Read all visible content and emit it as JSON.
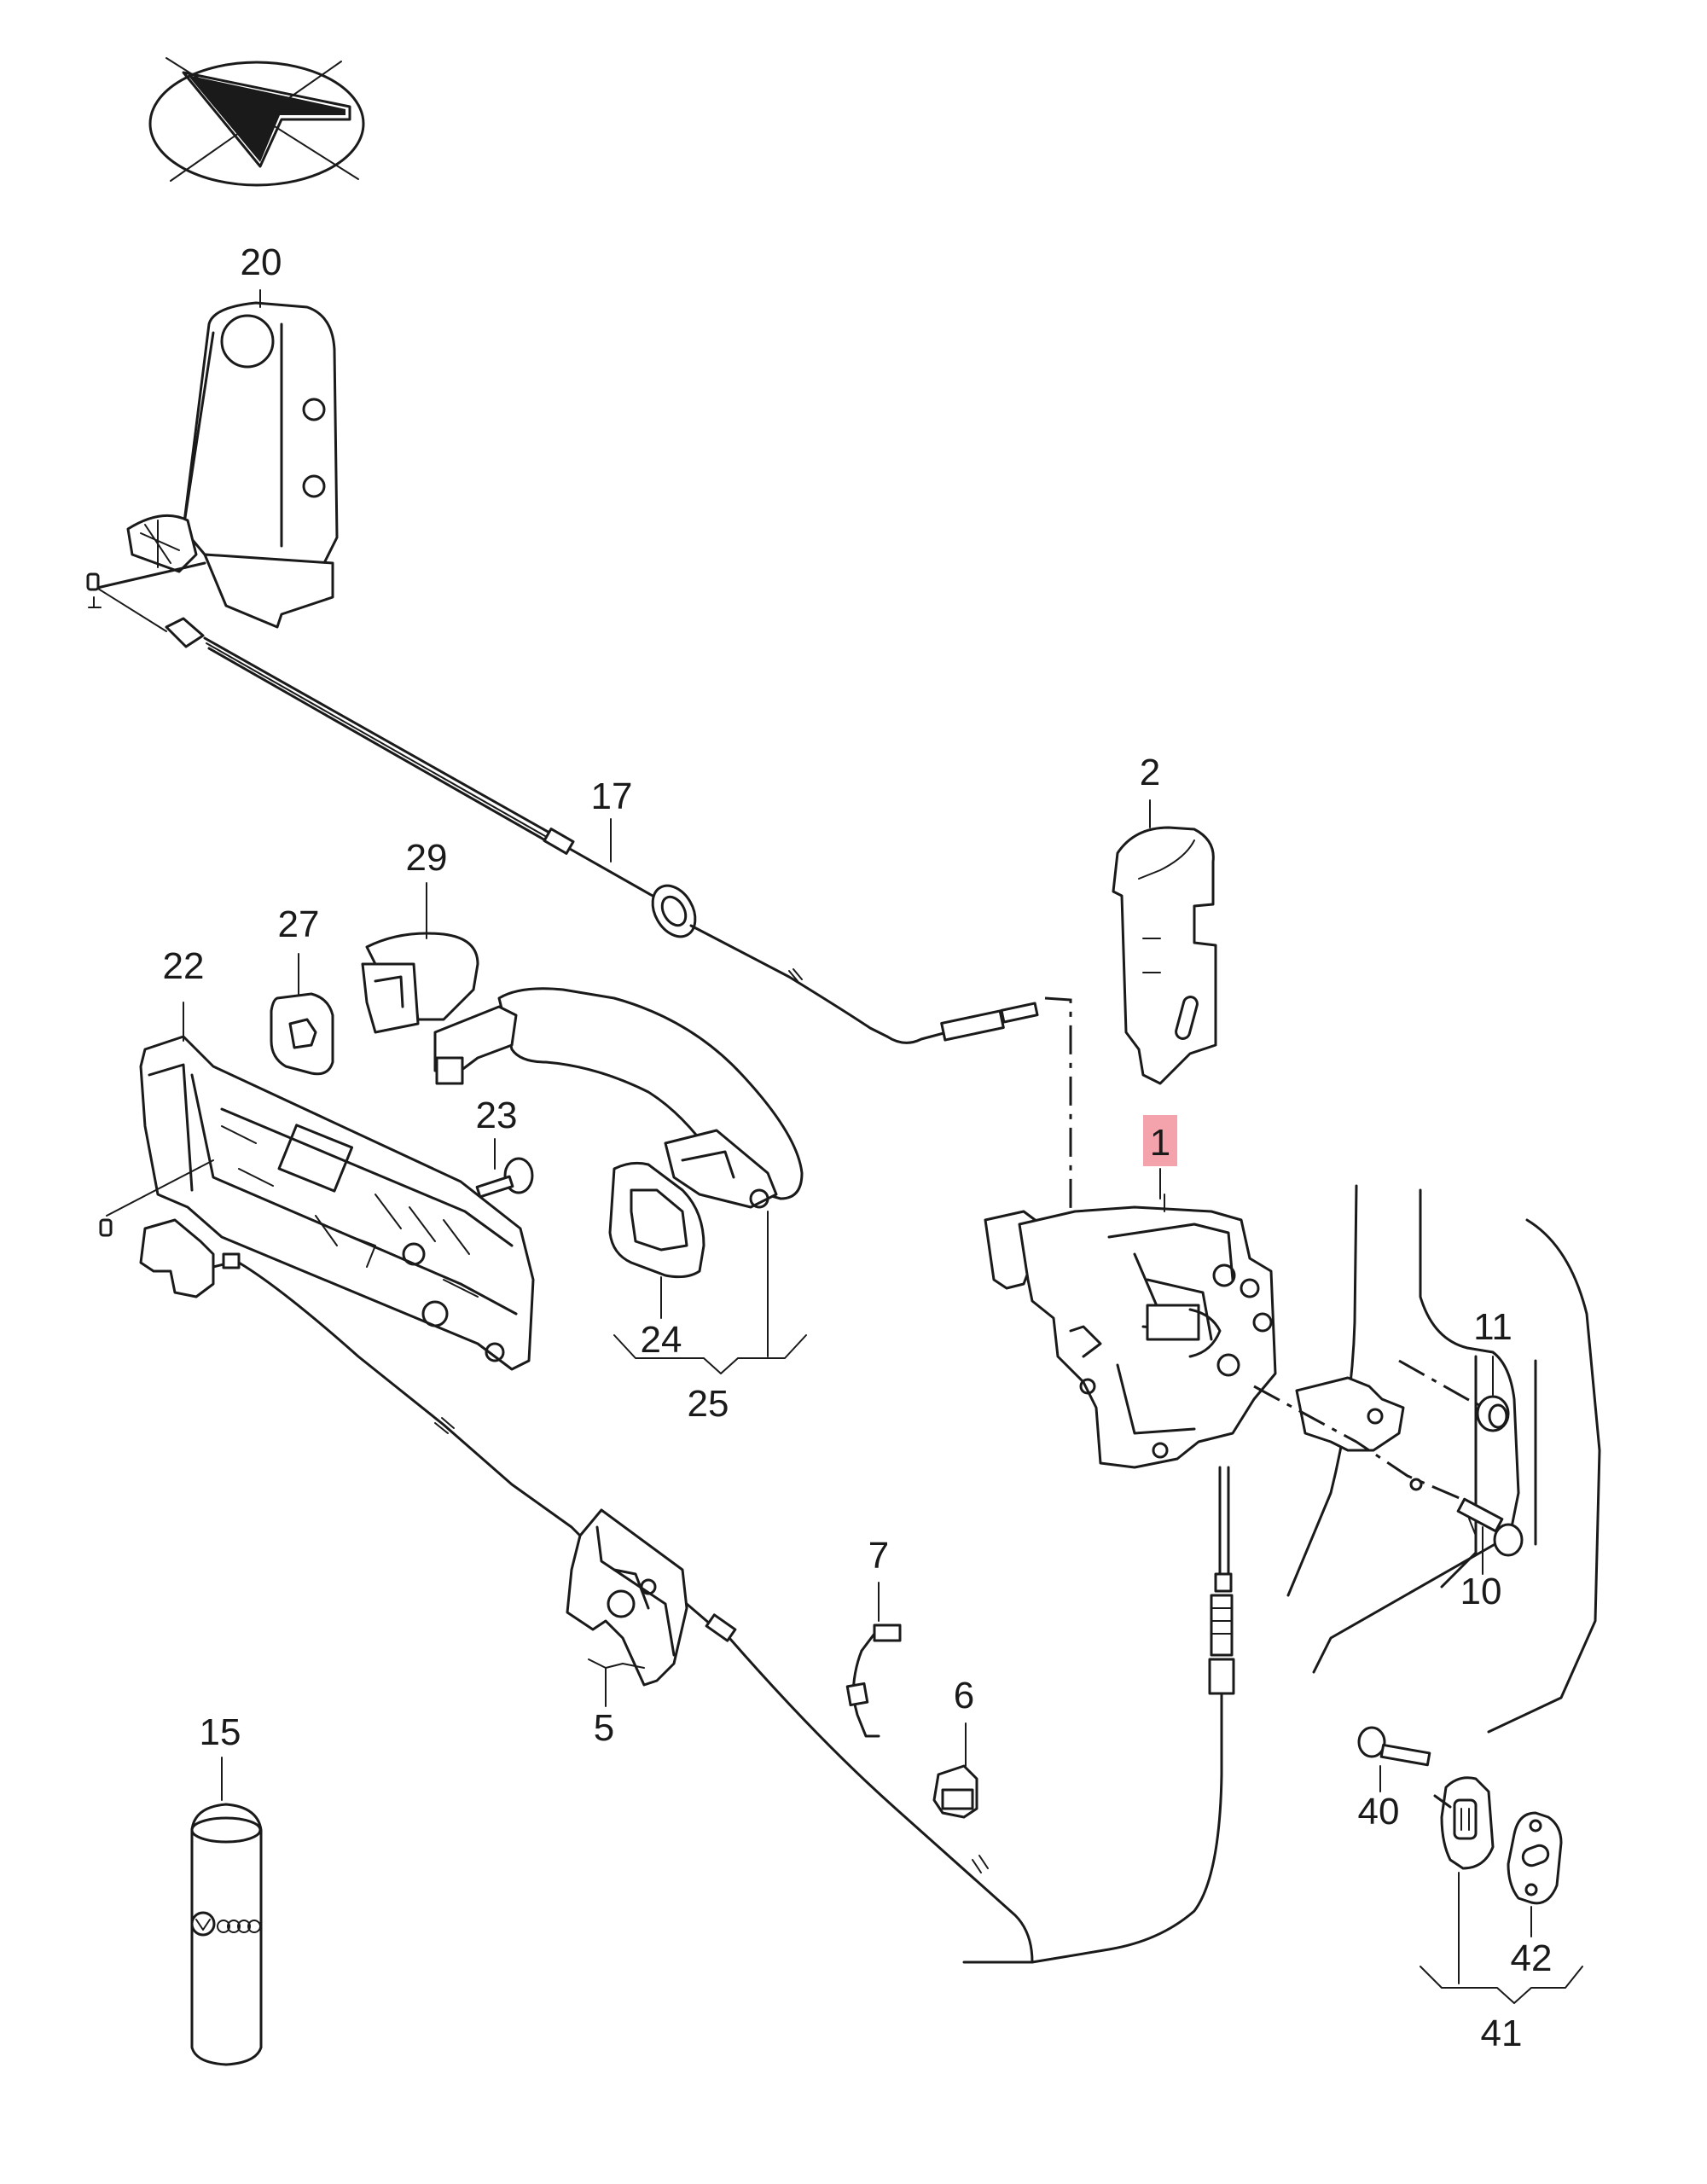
{
  "callouts": {
    "c1": "1",
    "c2": "2",
    "c5": "5",
    "c6": "6",
    "c7": "7",
    "c10": "10",
    "c11": "11",
    "c15": "15",
    "c17": "17",
    "c20": "20",
    "c22": "22",
    "c23": "23",
    "c24": "24",
    "c25": "25",
    "c27": "27",
    "c29": "29",
    "c40": "40",
    "c41": "41",
    "c42": "42"
  },
  "highlight_color": "#f4a3ad",
  "highlighted_callout": "1"
}
